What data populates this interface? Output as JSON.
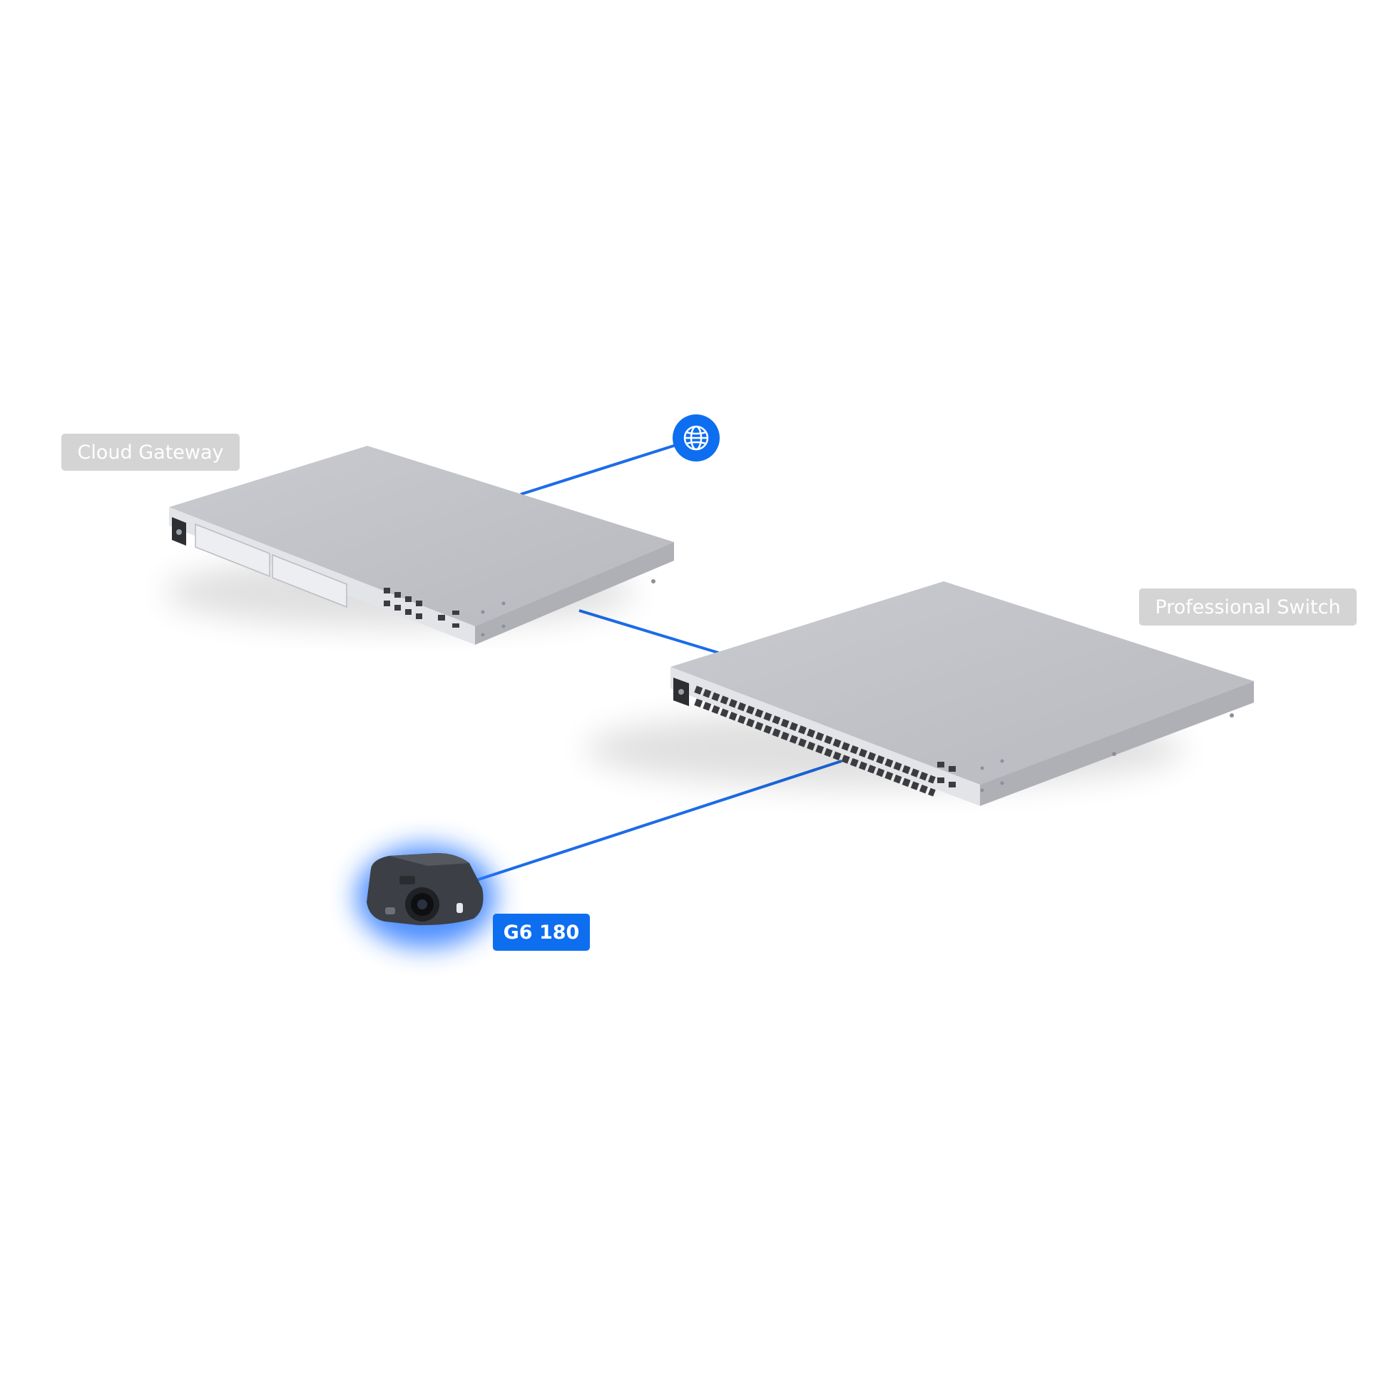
{
  "devices": {
    "gateway": {
      "label": "Cloud Gateway",
      "state": "inactive"
    },
    "switch": {
      "label": "Professional Switch",
      "state": "inactive"
    },
    "camera": {
      "label": "G6 180",
      "state": "active"
    }
  },
  "internet": {
    "icon": "globe-icon"
  },
  "links": [
    {
      "from": "internet",
      "to": "gateway"
    },
    {
      "from": "gateway",
      "to": "switch"
    },
    {
      "from": "switch",
      "to": "camera"
    }
  ],
  "colors": {
    "link": "#1d6ce8",
    "active_label": "#0d6ef0",
    "inactive_label": "#d4d4d4",
    "device_body": "#c2c4ca",
    "camera_glow": "#2f7bff"
  }
}
